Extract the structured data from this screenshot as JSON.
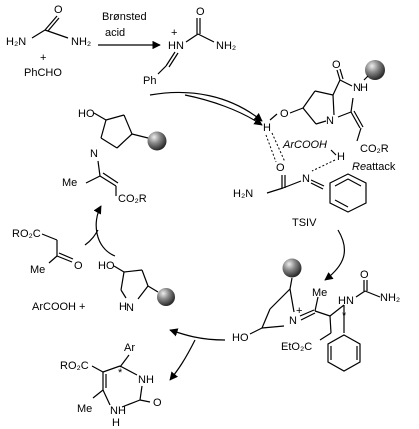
{
  "reactants": {
    "urea_h2n": "H₂N",
    "urea_nh2": "NH₂",
    "urea_o": "O",
    "plus": "+",
    "aldehyde": "PhCHO"
  },
  "reagent": {
    "line1": "Brønsted",
    "line2": "acid"
  },
  "iminium_top": {
    "plus": "+",
    "hn": "HN",
    "nh2": "NH₂",
    "o": "O",
    "ph": "Ph"
  },
  "enamine_catalyst": {
    "ho": "HO",
    "n": "N",
    "me": "Me",
    "co2r": "CO₂R"
  },
  "tsiv": {
    "o_catalyst": "O",
    "h_oh": "H",
    "n": "N",
    "o_amide": "O",
    "nh_amide": "N",
    "h_amide": "H",
    "arcooh": "ArCOOH",
    "h_ring": "H",
    "o_urea": "O",
    "h2n": "H₂N",
    "n_imine": "N",
    "co2r": "CO₂R",
    "re_attack_italic": "Re",
    "re_attack_rest": " attack",
    "label": "TSIV"
  },
  "ketoester": {
    "ro2c": "RO₂C",
    "me": "Me",
    "o": "O"
  },
  "products_released": {
    "arcooh": "ArCOOH +",
    "ho": "HO",
    "hn": "N",
    "h": "H"
  },
  "iminium_adduct": {
    "ho": "HO",
    "n": "N",
    "plus": "+",
    "me": "Me",
    "hn": "HN",
    "nh2": "NH₂",
    "o": "O",
    "eto2c": "EtO₂C",
    "star": "*"
  },
  "dhpm": {
    "ro2c": "RO₂C",
    "ar": "Ar",
    "nh_top": "NH",
    "me": "Me",
    "nh_bottom": "NH",
    "h": "H",
    "o": "O",
    "star": "*"
  }
}
